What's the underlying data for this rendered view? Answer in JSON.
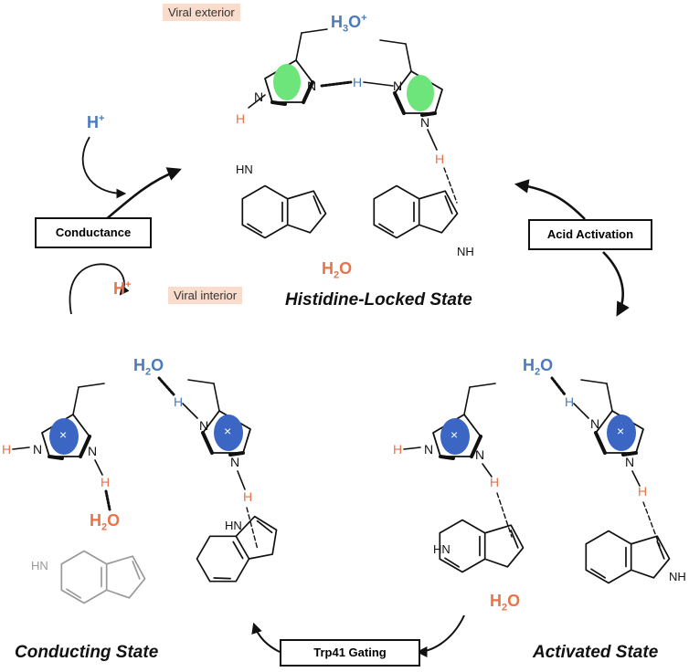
{
  "labels": {
    "viral_exterior": "Viral exterior",
    "viral_interior": "Viral interior",
    "histidine_locked": "Histidine-Locked State",
    "conducting": "Conducting State",
    "activated": "Activated State",
    "conductance": "Conductance",
    "acid_activation": "Acid Activation",
    "trp41_gating": "Trp41 Gating"
  },
  "species": {
    "h3o": "H",
    "h3o_sub": "3",
    "h3o_o": "O",
    "h3o_sup": "+",
    "h_plus": "H",
    "plus": "+",
    "h2o_h": "H",
    "h2o_sub": "2",
    "h2o_o": "O"
  },
  "atoms": {
    "N": "N",
    "H": "H",
    "HN": "HN",
    "NH": "NH",
    "cross": "×"
  },
  "colors": {
    "blue": "#4a7bbd",
    "orange": "#e8734a",
    "green": "#6ee57a",
    "ring_blue": "#3b66c4",
    "tag_bg": "#f9dccc",
    "grey": "#9a9a9a"
  }
}
